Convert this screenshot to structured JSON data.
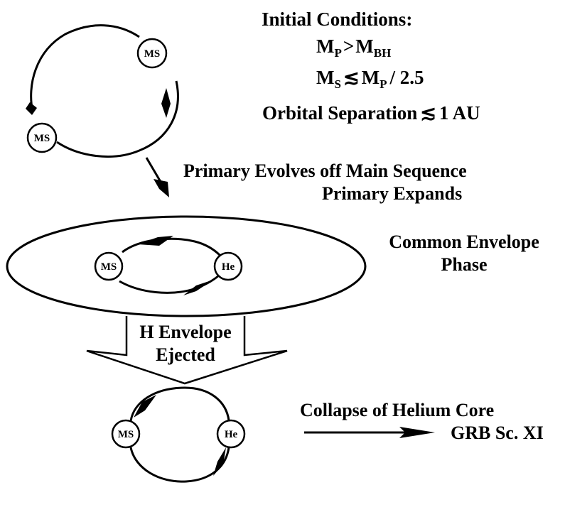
{
  "initial_conditions": {
    "heading": "Initial Conditions:",
    "mass_relation_1": {
      "lhs_base": "M",
      "lhs_sub": "P",
      "op": ">",
      "rhs_base": "M",
      "rhs_sub": "BH"
    },
    "mass_relation_2": {
      "lhs_base": "M",
      "lhs_sub": "S",
      "op": "≲",
      "rhs_base": "M",
      "rhs_sub": "P",
      "rhs_tail": "/ 2.5"
    },
    "separation": {
      "label": "Orbital Separation",
      "op": "≲",
      "value": "1 AU"
    }
  },
  "stage_1": {
    "star_a": "MS",
    "star_b": "MS"
  },
  "transition_1": {
    "line_1": "Primary Evolves off Main Sequence",
    "line_2": "Primary Expands"
  },
  "stage_2": {
    "star_a": "MS",
    "star_b": "He",
    "label_line_1": "Common Envelope",
    "label_line_2": "Phase"
  },
  "transition_2": {
    "line_1": "H Envelope",
    "line_2": "Ejected"
  },
  "stage_3": {
    "star_a": "MS",
    "star_b": "He"
  },
  "outcome": {
    "process": "Collapse of Helium Core",
    "result": "GRB Sc. XI"
  }
}
